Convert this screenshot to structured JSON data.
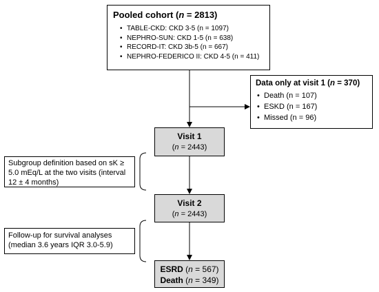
{
  "pooled": {
    "title": "Pooled cohort",
    "n_label": "n",
    "n_value": "= 2813",
    "items": [
      "TABLE-CKD: CKD 3-5 (n = 1097)",
      "NEPHRO-SUN: CKD 1-5 (n = 638)",
      "RECORD-IT: CKD 3b-5 (n = 667)",
      "NEPHRO-FEDERICO II: CKD 4-5 (n = 411)"
    ]
  },
  "exclusion": {
    "title": "Data only at visit 1",
    "n_label": "n",
    "n_value": "= 370",
    "items": [
      "Death (n = 107)",
      "ESKD (n = 167)",
      "Missed (n = 96)"
    ]
  },
  "visit1": {
    "title": "Visit 1",
    "n_label": "n",
    "n_value": "= 2443"
  },
  "visit2": {
    "title": "Visit 2",
    "n_label": "n",
    "n_value": "= 2443"
  },
  "subgroup_note": "Subgroup definition based on sK ≥ 5.0 mEq/L at the two visits (interval 12 ± 4 months)",
  "followup_note": "Follow-up for survival analyses (median 3.6 years IQR 3.0-5.9)",
  "outcomes": {
    "esrd_label": "ESRD",
    "esrd_n_label": "n",
    "esrd_n_value": "= 567",
    "death_label": "Death",
    "death_n_label": "n",
    "death_n_value": "= 349"
  }
}
